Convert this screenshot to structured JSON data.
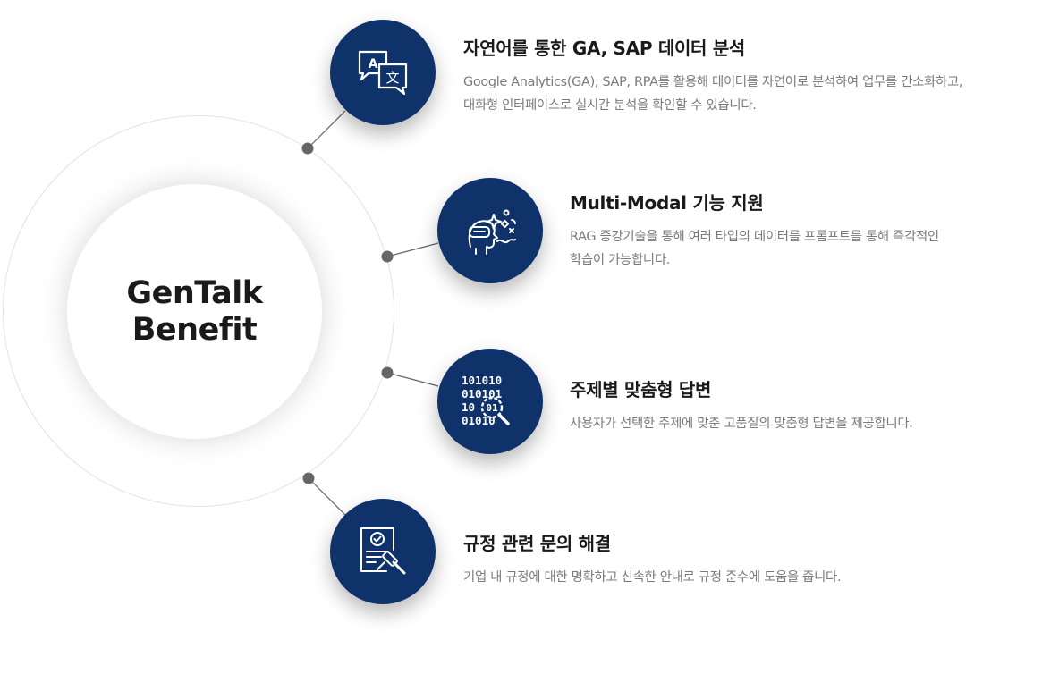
{
  "hub": {
    "line1": "GenTalk",
    "line2": "Benefit"
  },
  "benefits": [
    {
      "icon": "translate-bubbles-icon",
      "icon_glyph_a": "A",
      "icon_glyph_b": "文",
      "title": "자연어를 통한 GA, SAP 데이터 분석",
      "desc_line1": "Google Analytics(GA), SAP, RPA를 활용해 데이터를 자연어로 분석하여 업무를 간소화하고,",
      "desc_line2": "대화형 인터페이스로 실시간 분석을 확인할 수 있습니다."
    },
    {
      "icon": "vr-headset-icon",
      "title": "Multi-Modal 기능 지원",
      "desc_line1": "RAG 증강기술을 통해 여러 타입의 데이터를 프롬프트를 통해 즉각적인",
      "desc_line2": "학습이 가능합니다."
    },
    {
      "icon": "binary-search-icon",
      "icon_row1": "101010",
      "icon_row2": "010101",
      "icon_row3": "10 101",
      "icon_row4": "01010",
      "title": "주제별 맞춤형 답변",
      "desc_line1": "사용자가 선택한 주제에 맞춘 고품질의 맞춤형 답변을 제공합니다."
    },
    {
      "icon": "document-gavel-icon",
      "title": "규정 관련 문의 해결",
      "desc_line1": "기업 내 규정에 대한 명확하고 신속한 안내로 규정 준수에 도움을 줍니다."
    }
  ],
  "colors": {
    "node_fill": "#0e3269",
    "connector": "#666666",
    "ring": "#e2e2e2",
    "title_text": "#1a1a1a",
    "desc_text": "#7a7a7a"
  }
}
